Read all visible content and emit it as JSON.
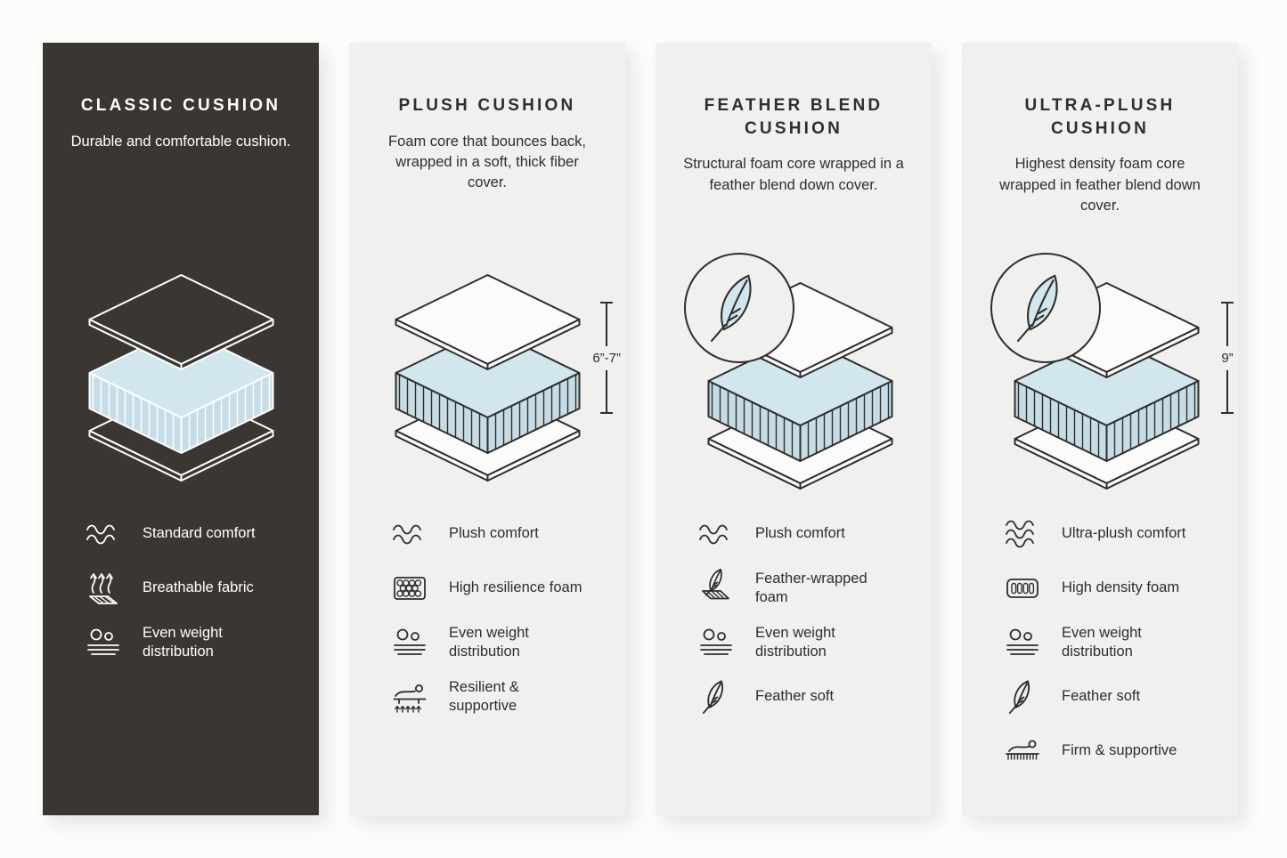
{
  "page": {
    "background": "#fcfcfb"
  },
  "colors": {
    "dark_panel": "#3a3733",
    "light_panel": "#f0f0ee",
    "cushion_blue_top": "#d2e6ee",
    "cushion_blue_side": "#c6dde8",
    "line_dark": "#2e2d2c",
    "line_light": "#ffffff"
  },
  "panels": [
    {
      "id": "classic",
      "title": "CLASSIC CUSHION",
      "description": "Durable and comfortable cushion.",
      "features": [
        {
          "icon": "waves-icon",
          "label": "Standard comfort"
        },
        {
          "icon": "breathable-icon",
          "label": "Breathable fabric"
        },
        {
          "icon": "even-weight-icon",
          "label": "Even weight distribution"
        }
      ]
    },
    {
      "id": "plush",
      "title": "PLUSH CUSHION",
      "description": "Foam core that bounces back, wrapped in a soft, thick fiber cover.",
      "measurement": "6”-7”",
      "features": [
        {
          "icon": "waves-icon",
          "label": "Plush comfort"
        },
        {
          "icon": "foam-cells-icon",
          "label": "High resilience foam"
        },
        {
          "icon": "even-weight-icon",
          "label": "Even weight distribution"
        },
        {
          "icon": "recline-icon",
          "label": "Resilient & supportive"
        }
      ]
    },
    {
      "id": "feather-blend",
      "title": "FEATHER BLEND CUSHION",
      "description": "Structural foam core wrapped in a feather blend down cover.",
      "features": [
        {
          "icon": "waves-icon",
          "label": "Plush comfort"
        },
        {
          "icon": "feather-foam-icon",
          "label": "Feather-wrapped foam"
        },
        {
          "icon": "even-weight-icon",
          "label": "Even weight distribution"
        },
        {
          "icon": "feather-icon",
          "label": "Feather soft"
        }
      ]
    },
    {
      "id": "ultra-plush",
      "title": "ULTRA-PLUSH CUSHION",
      "description": "Highest density foam core wrapped in feather blend down cover.",
      "measurement": "9”",
      "features": [
        {
          "icon": "waves3-icon",
          "label": "Ultra-plush comfort"
        },
        {
          "icon": "dense-foam-icon",
          "label": "High density foam"
        },
        {
          "icon": "even-weight-icon",
          "label": "Even weight distribution"
        },
        {
          "icon": "feather-icon",
          "label": "Feather soft"
        },
        {
          "icon": "firm-icon",
          "label": "Firm & supportive"
        }
      ]
    }
  ]
}
